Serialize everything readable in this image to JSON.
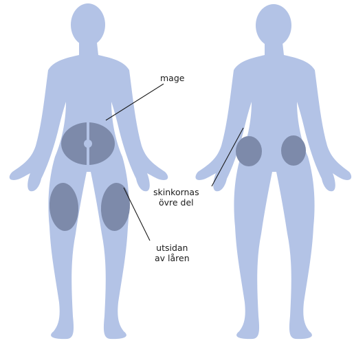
{
  "colors": {
    "body": "#b3c3e6",
    "zone": "#7d8aaa",
    "leader": "#1a1a1a",
    "text": "#1a1a1a"
  },
  "labels": {
    "abdomen": "mage",
    "buttocks": [
      "skinkornas",
      "övre del"
    ],
    "thighs": [
      "utsidan",
      "av låren"
    ]
  }
}
